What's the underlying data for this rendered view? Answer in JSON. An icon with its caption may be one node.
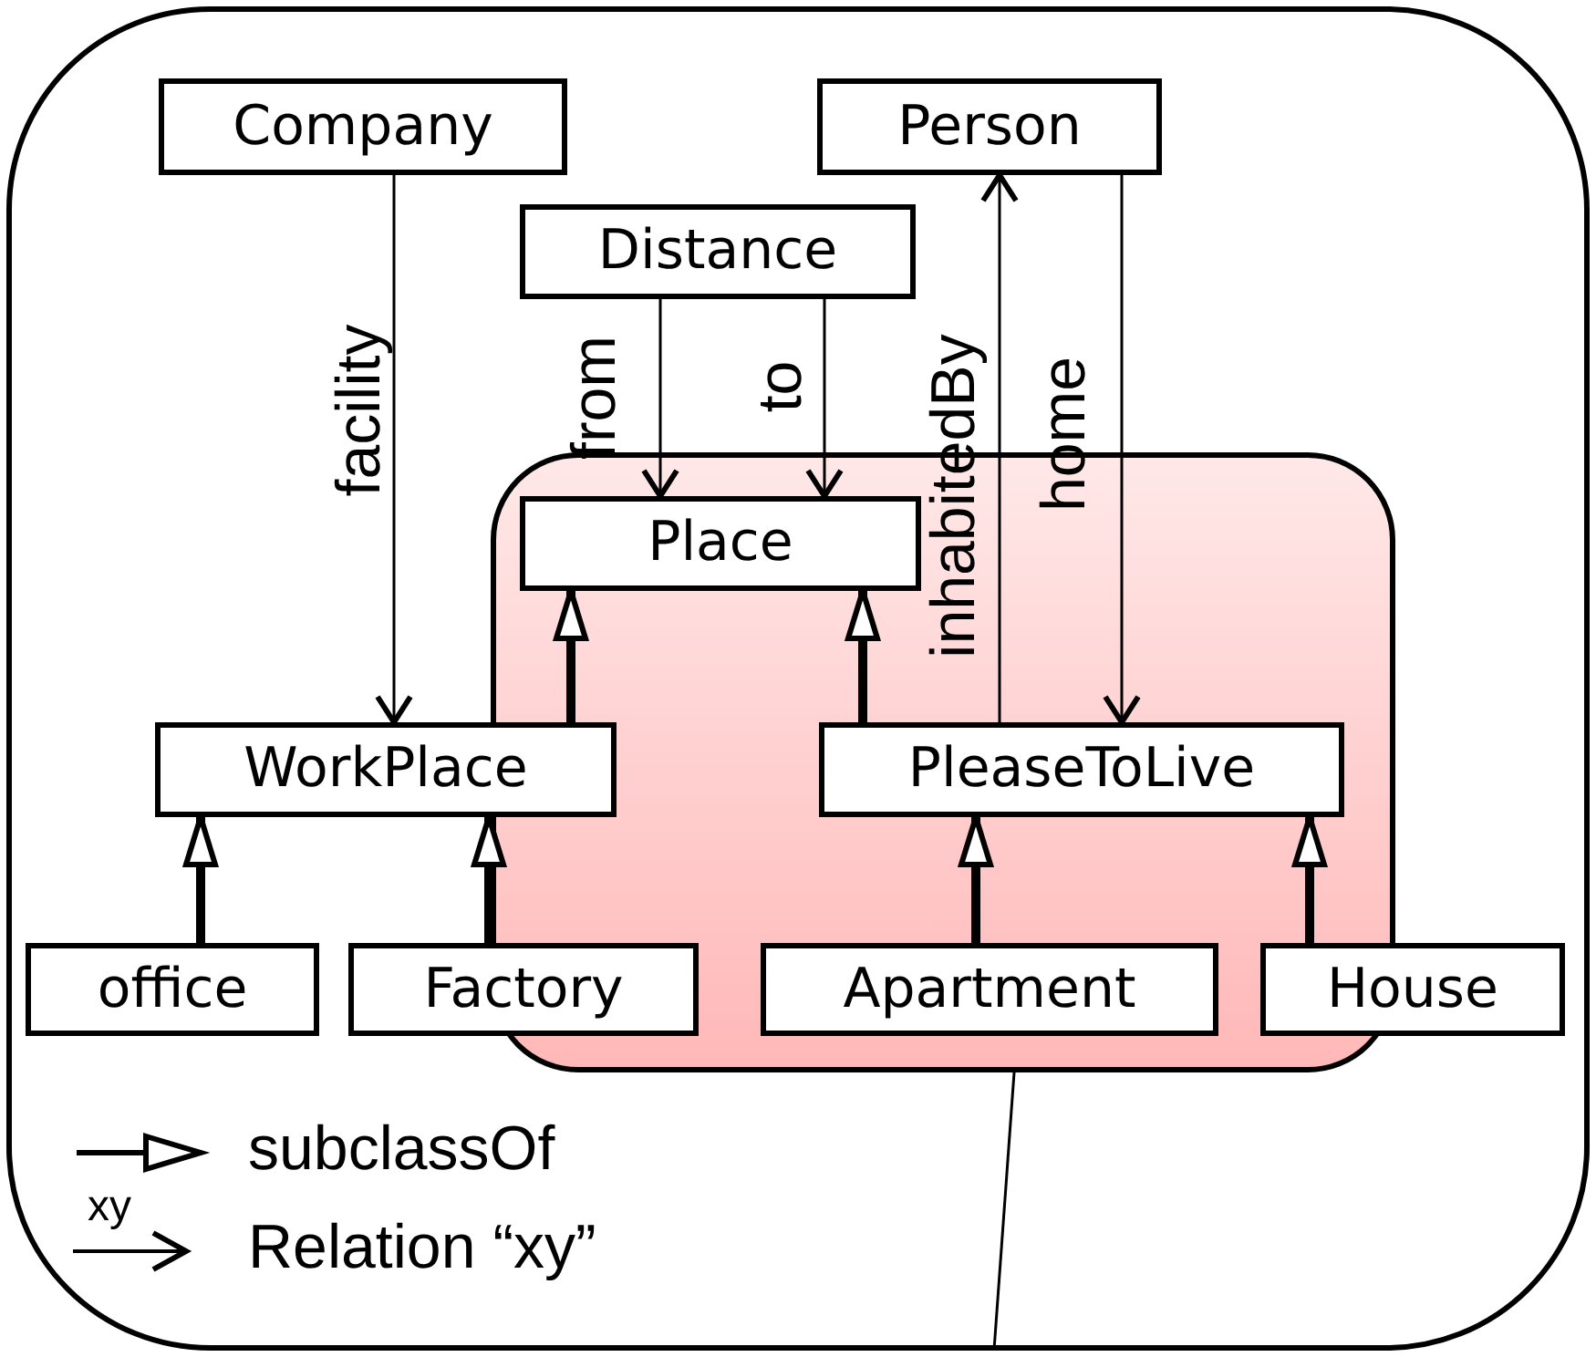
{
  "diagram": {
    "nodes": [
      {
        "text": [],
        "shape": "box"
      },
      {
        "text": [
          "Company"
        ]
      },
      {
        "text": [
          "Person"
        ]
      },
      {
        "text": [
          "Distance"
        ]
      },
      {
        "text": [
          "Place"
        ],
        "in": 0
      },
      {
        "text": [
          "WorkPlace"
        ]
      },
      {
        "text": [
          "PleaseToLive"
        ],
        "in": 0
      },
      {
        "text": [
          "office"
        ]
      },
      {
        "text": [
          "Factory"
        ]
      },
      {
        "text": [
          "Apartment"
        ],
        "in": 0
      },
      {
        "text": [
          "House"
        ]
      }
    ],
    "edges": [
      {
        "from": 1,
        "to": 5,
        "arrow": "to",
        "label": "facility"
      },
      {
        "from": 3,
        "to": 4,
        "arrow": "to",
        "label": "from"
      },
      {
        "from": 3,
        "to": 4,
        "arrow": "to",
        "label": "to"
      },
      {
        "from": 6,
        "to": 2,
        "arrow": "to",
        "label": "inhabitedBy"
      },
      {
        "from": 2,
        "to": 6,
        "arrow": "to",
        "label": "home"
      },
      {
        "from": 5,
        "to": 4,
        "arrow": "to",
        "style": "thick"
      },
      {
        "from": 6,
        "to": 4,
        "arrow": "to",
        "style": "thick"
      },
      {
        "from": 7,
        "to": 5,
        "arrow": "to",
        "style": "thick"
      },
      {
        "from": 8,
        "to": 5,
        "arrow": "to",
        "style": "thick"
      },
      {
        "from": 9,
        "to": 6,
        "arrow": "to",
        "style": "thick"
      },
      {
        "from": 10,
        "to": 6,
        "arrow": "to",
        "style": "thick"
      },
      {
        "from": 0,
        "to": null,
        "arrow": "none"
      }
    ],
    "labels": [
      "xy"
    ],
    "legend": [
      {
        "text": "subclassOf"
      },
      {
        "text": "Relation “xy”"
      }
    ]
  }
}
